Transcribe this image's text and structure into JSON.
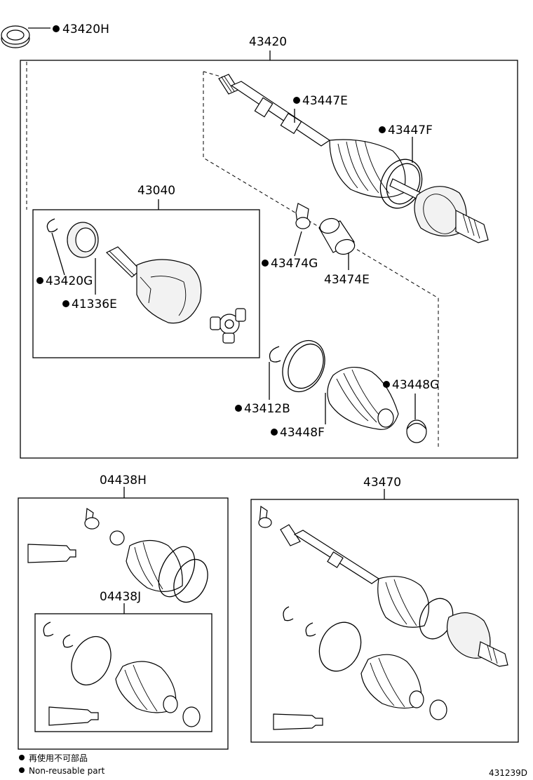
{
  "labels": {
    "p43420H": "43420H",
    "p43420": "43420",
    "p43447E": "43447E",
    "p43447F": "43447F",
    "p43040": "43040",
    "p43420G": "43420G",
    "p41336E": "41336E",
    "p43474G": "43474G",
    "p43474E": "43474E",
    "p43448G": "43448G",
    "p43412B": "43412B",
    "p43448F": "43448F",
    "p04438H": "04438H",
    "p04438J": "04438J",
    "p43470": "43470"
  },
  "legend": {
    "jp": "再使用不可部品",
    "en": "Non-reusable part"
  },
  "drawing_number": "431239D"
}
